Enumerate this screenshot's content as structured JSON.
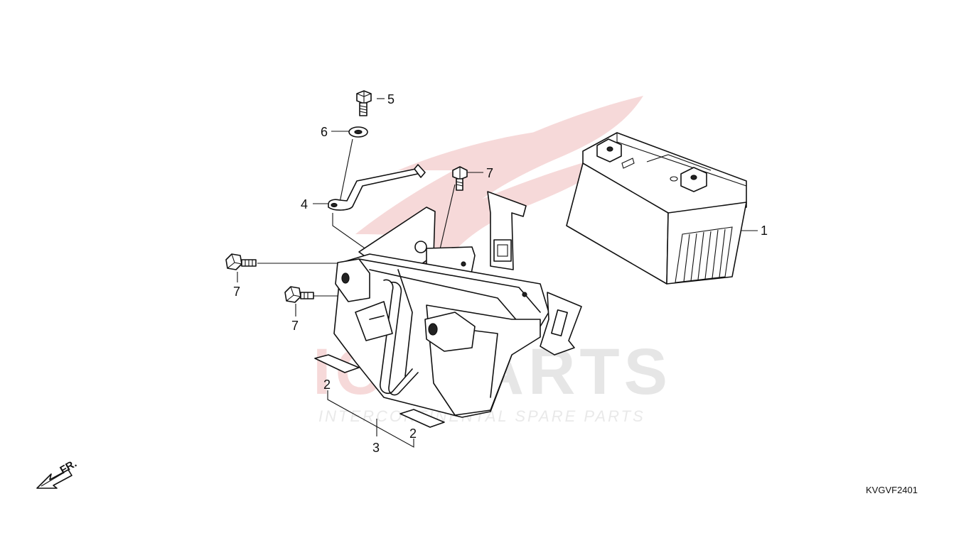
{
  "watermark": {
    "brand_prefix": "ICS",
    "brand_main": "PARTS",
    "tagline": "INTERCONTINENTAL SPARE PARTS"
  },
  "callouts": {
    "battery": "1",
    "rubber_pad_a": "2",
    "rubber_pad_b": "2",
    "battery_box": "3",
    "stay": "4",
    "bolt_top": "5",
    "washer": "6",
    "bolt_upper": "7",
    "bolt_left_a": "7",
    "bolt_left_b": "7"
  },
  "direction_label": "FR.",
  "diagram_code": "KVGVF2401",
  "colors": {
    "line": "#111111",
    "watermark_gray": "#e6e6e6",
    "watermark_red": "#f6d9d9"
  }
}
